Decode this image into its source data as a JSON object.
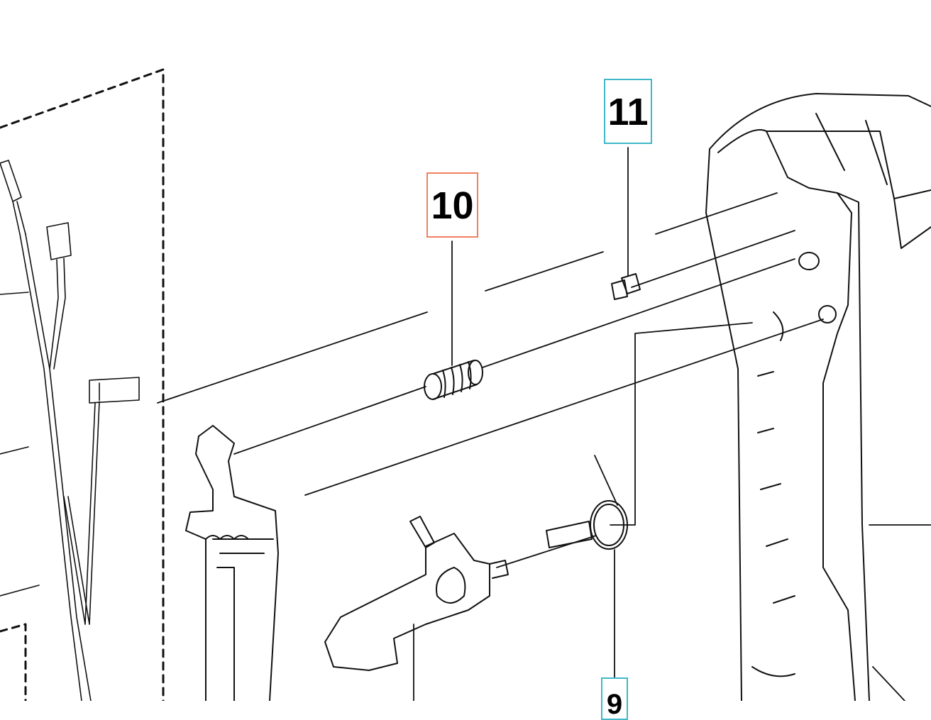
{
  "diagram": {
    "type": "exploded parts diagram",
    "callouts": [
      {
        "id": "10",
        "label": "10",
        "color": "#f08060",
        "state": "highlighted"
      },
      {
        "id": "11",
        "label": "11",
        "color": "#40b8c8",
        "state": "normal"
      },
      {
        "id": "9",
        "label": "9",
        "color": "#40b8c8",
        "state": "normal"
      }
    ],
    "line_color": "#111111"
  }
}
